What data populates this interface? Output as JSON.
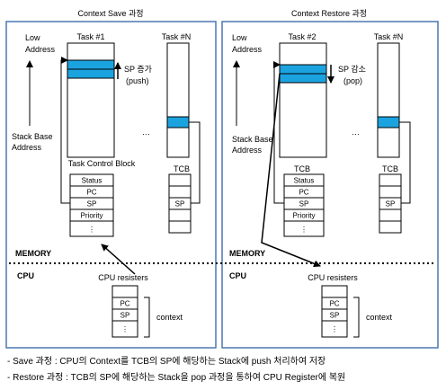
{
  "panels": {
    "save": {
      "title": "Context Save 과정",
      "low_address": [
        "Low",
        "Address"
      ],
      "stack_base": [
        "Stack Base",
        "Address"
      ],
      "task_label": "Task #1",
      "taskn_label": "Task #N",
      "sp_note": [
        "SP 증가",
        "(push)"
      ],
      "tcb_title": "Task Control Block",
      "tcb_fields": [
        "Status",
        "PC",
        "SP",
        "Priority",
        "⋮"
      ],
      "tcbn_label": "TCB",
      "tcbn_sp": "SP",
      "dots": "···"
    },
    "restore": {
      "title": "Context Restore 과정",
      "low_address": [
        "Low",
        "Address"
      ],
      "stack_base": [
        "Stack Base",
        "Address"
      ],
      "task_label": "Task #2",
      "taskn_label": "Task #N",
      "sp_note": [
        "SP 감소",
        "(pop)"
      ],
      "tcb_title": "TCB",
      "tcb_fields": [
        "Status",
        "PC",
        "SP",
        "Priority",
        "⋮"
      ],
      "tcbn_label": "TCB",
      "tcbn_sp": "SP",
      "dots": "···"
    }
  },
  "memory_label": "MEMORY",
  "cpu_label": "CPU",
  "cpu": {
    "resisters_label": "CPU resisters",
    "registers": [
      "PC",
      "SP",
      "⋮"
    ],
    "context_label": "context"
  },
  "notes": [
    "- Save 과정 : CPU의 Context를 TCB의 SP에 해당하는 Stack에 push 처리하여 저장",
    "- Restore 과정 : TCB의 SP에 해당하는 Stack을 pop 과정을 통하여 CPU Register에 복원"
  ],
  "colors": {
    "panel_border": "#4a79b0",
    "highlight": "#1ba3e0",
    "dotted_line": "#000000"
  }
}
